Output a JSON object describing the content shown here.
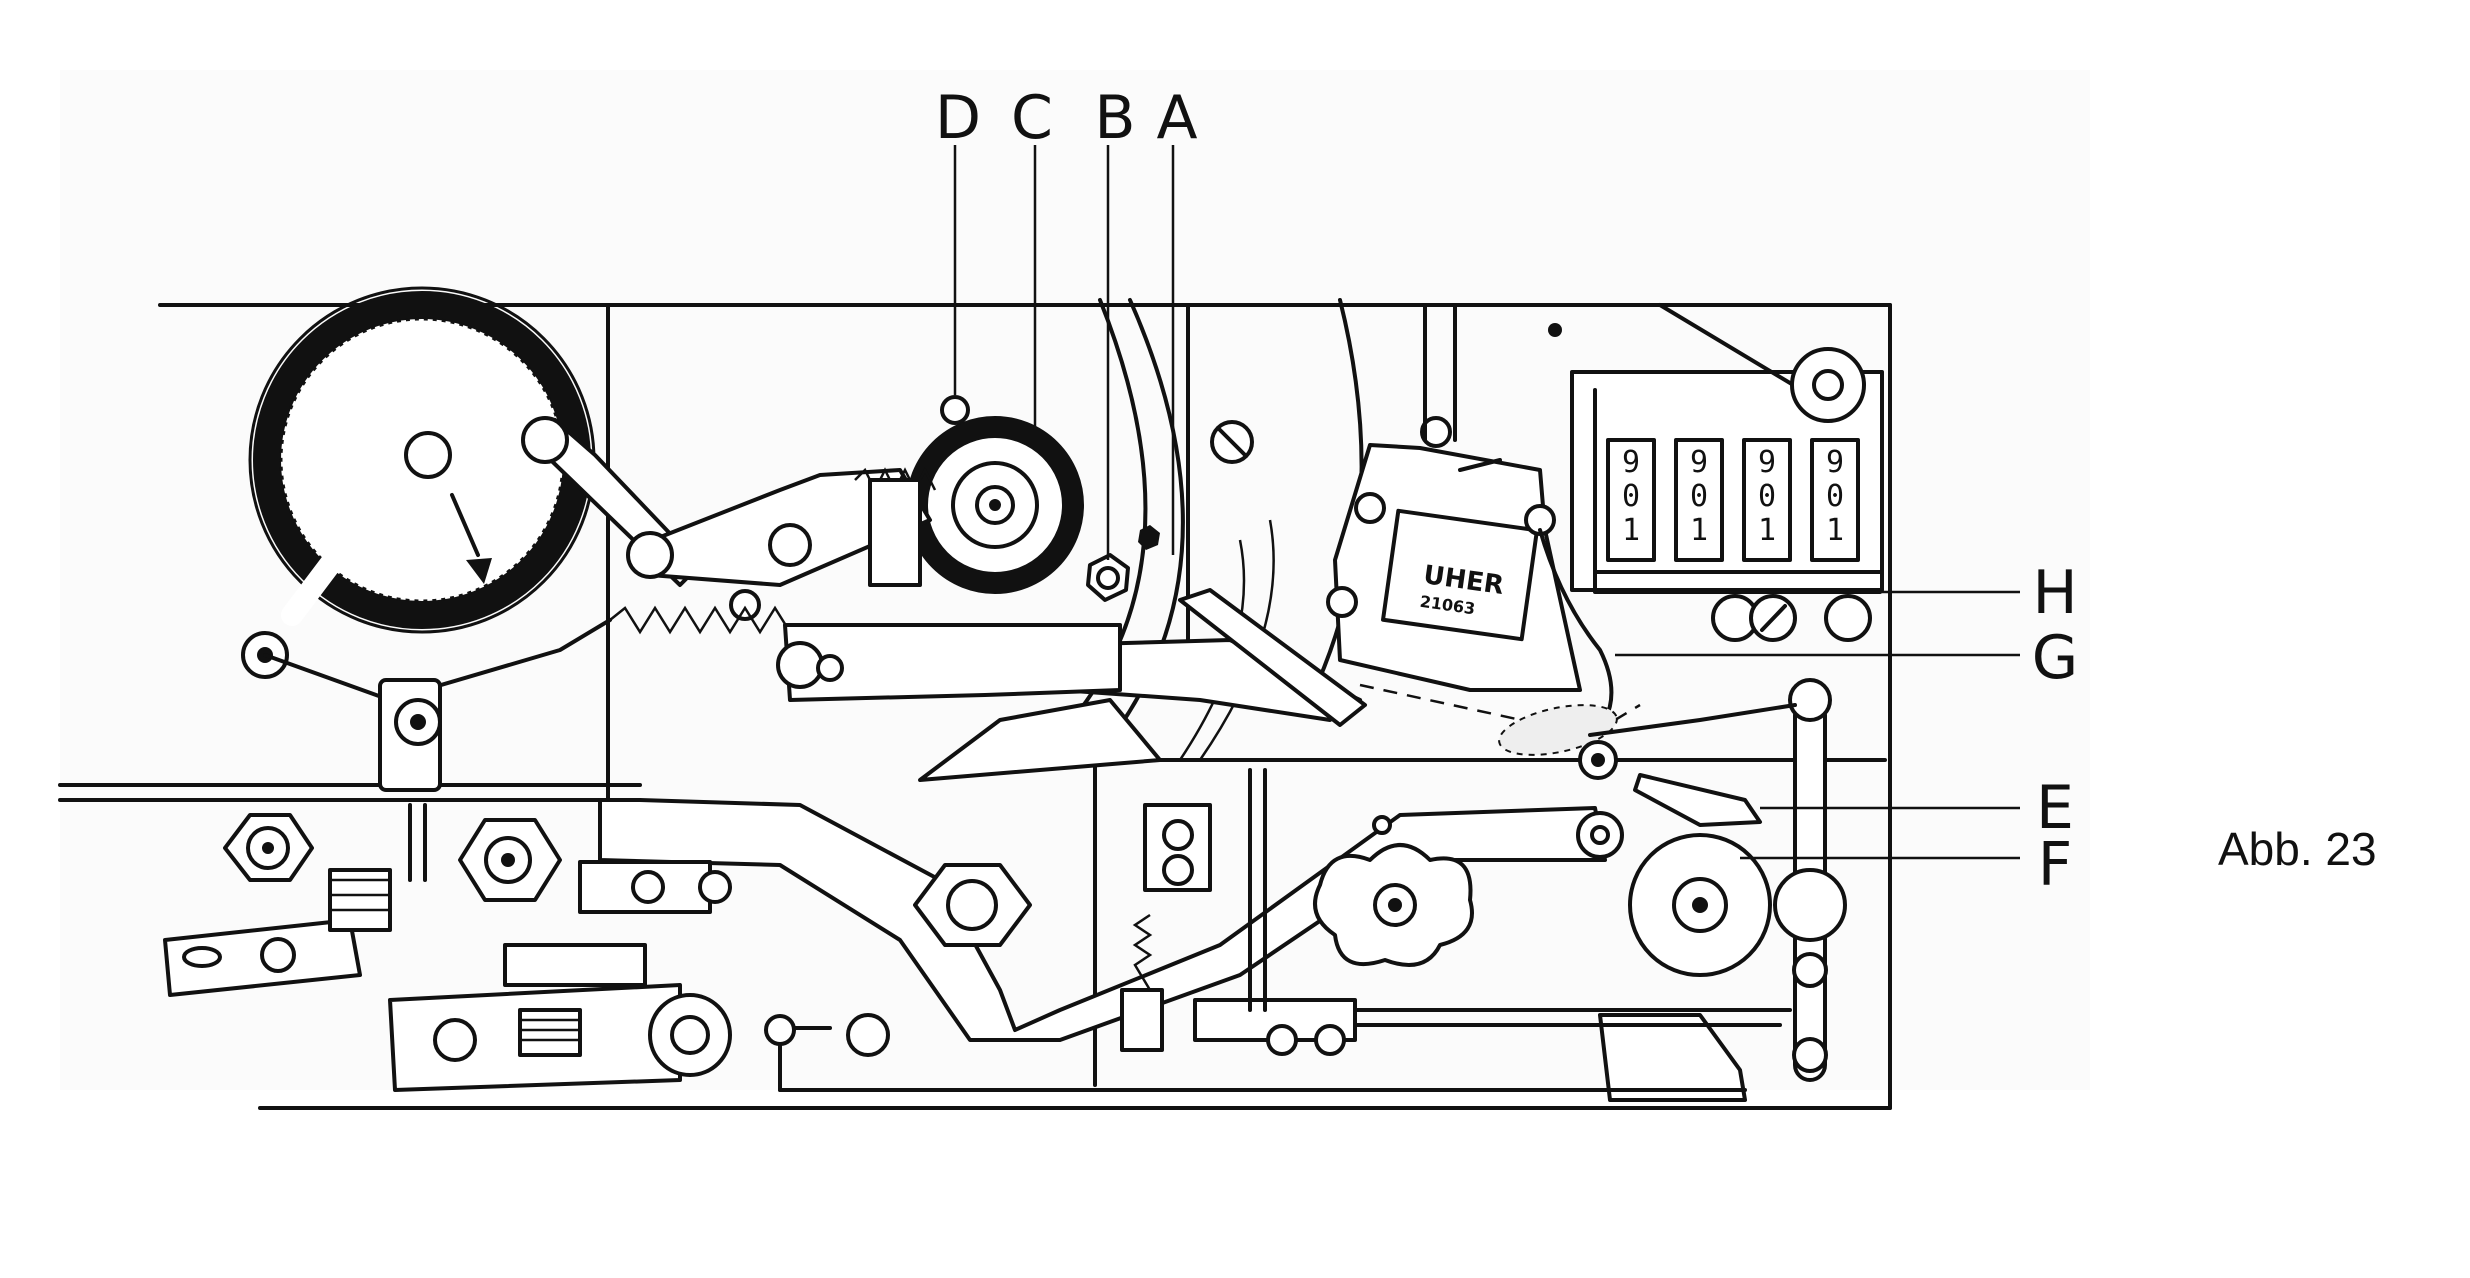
{
  "figure": {
    "caption": "Abb. 23",
    "callouts": {
      "top": [
        "D",
        "C",
        "B",
        "A"
      ],
      "right": [
        "H",
        "G",
        "E",
        "F"
      ]
    },
    "nameplate": {
      "brand": "UHER",
      "sub": "21063"
    },
    "counter_digits": [
      [
        "9",
        "0",
        "1"
      ],
      [
        "9",
        "0",
        "1"
      ],
      [
        "9",
        "0",
        "1"
      ],
      [
        "9",
        "0",
        "1"
      ]
    ]
  }
}
